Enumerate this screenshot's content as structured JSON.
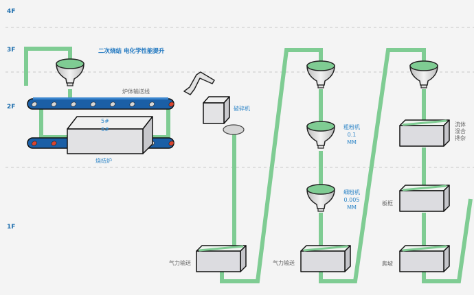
{
  "floors": [
    "4F",
    "3F",
    "2F",
    "1F"
  ],
  "title": "二次烧结 电化学性能提升",
  "colors": {
    "pipe": "#7fcc93",
    "floor_label": "#1f6fae",
    "accent_text": "#2f86c8",
    "conveyor": "#1b5fa6",
    "box": "#d8d8dc"
  },
  "section1": {
    "conveyor_label": "炉体输送线",
    "furnace_label": "烧结炉",
    "furnace_numbers": [
      "5#",
      "6#"
    ]
  },
  "section2": {
    "crusher_label": "破碎机",
    "pneumatic_label": "气力输送"
  },
  "section3": {
    "coarse_label": [
      "粗粉机",
      "0.1",
      "MM"
    ],
    "fine_label": [
      "细粉机",
      "0.005",
      "MM"
    ],
    "pneumatic_label": "气力输送"
  },
  "section4": {
    "mixer_label": [
      "流体",
      "混合",
      "搀杂"
    ],
    "plate_label": "板框",
    "slope_label": "爬坡"
  }
}
